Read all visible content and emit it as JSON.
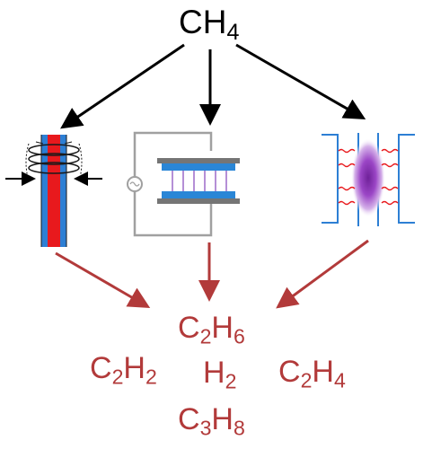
{
  "reactant": {
    "element1": "CH",
    "sub1": "4"
  },
  "products": {
    "ethane": {
      "el1": "C",
      "sub1": "2",
      "el2": "H",
      "sub2": "6"
    },
    "acetylene": {
      "el1": "C",
      "sub1": "2",
      "el2": "H",
      "sub2": "2"
    },
    "hydrogen": {
      "el1": "H",
      "sub1": "2"
    },
    "ethylene": {
      "el1": "C",
      "sub1": "2",
      "el2": "H",
      "sub2": "4"
    },
    "propane": {
      "el1": "C",
      "sub1": "3",
      "el2": "H",
      "sub2": "8"
    }
  },
  "colors": {
    "black_arrow": "#000000",
    "red_arrow": "#b23a3a",
    "product_text": "#b23a3a",
    "tube_red": "#e8191d",
    "tube_blue": "#2d7fd4",
    "electrode_grey": "#757575",
    "plasma_purple": "#8a34b4",
    "dielectric_blue": "#2a86d6",
    "circuit_grey": "#a0a0a0"
  },
  "icons": {
    "reactor_left": "microwave-plasma-tube-icon",
    "reactor_middle": "dbd-reactor-icon",
    "reactor_right": "gliding-arc-plasma-icon"
  }
}
